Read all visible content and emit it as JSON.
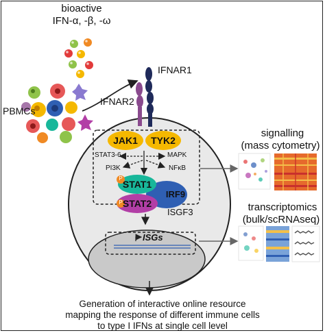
{
  "title": {
    "line1": "bioactive",
    "line2": "IFN-α, -β, -ω"
  },
  "labels": {
    "pbmcs": "PBMCs",
    "ifnar1": "IFNAR1",
    "ifnar2": "IFNAR2",
    "jak1": "JAK1",
    "tyk2": "TYK2",
    "stat36": "STAT3-6",
    "mapk": "MAPK",
    "pi3k": "PI3K",
    "nfkb": "NFκB",
    "stat1": "STAT1",
    "stat2": "STAT2",
    "irf9": "IRF9",
    "isgf3": "ISGF3",
    "phospho": "P",
    "isgs": "ISGs"
  },
  "outputs": {
    "signalling_line1": "signalling",
    "signalling_line2": "(mass cytometry)",
    "transcriptomics_line1": "transcriptomics",
    "transcriptomics_line2": "(bulk/scRNAseq)"
  },
  "conclusion": {
    "line1": "Generation of interactive online resource",
    "line2": "mapping the response of different immune cells",
    "line3": "to type I IFNs at single cell level"
  },
  "colors": {
    "jak": "#f5b800",
    "stat1": "#18b79a",
    "stat2": "#b23ea6",
    "irf9": "#2f5fb3",
    "phospho": "#f08a24",
    "ifnar1": "#1f2a5a",
    "ifnar2": "#8a4a8e",
    "cell": "#e9e9e9",
    "nucleus": "#c9c9c9"
  }
}
